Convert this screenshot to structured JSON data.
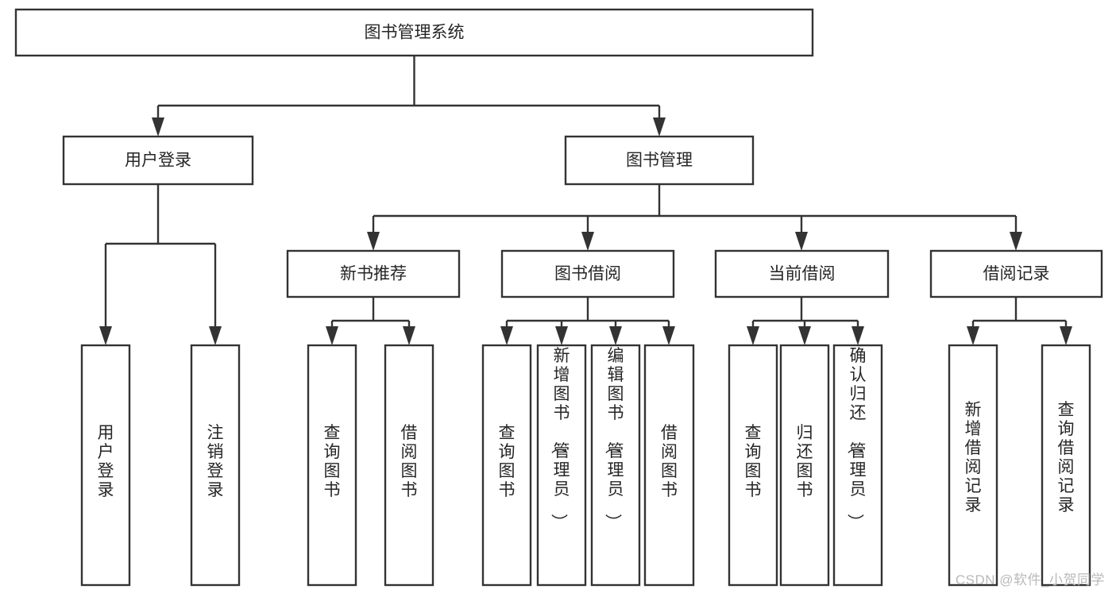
{
  "diagram": {
    "type": "tree-hierarchy-chart",
    "title": "图书管理系统",
    "watermark": "CSDN @软件_小贺同学",
    "colors": {
      "box_stroke": "#333333",
      "box_fill": "#ffffff",
      "text": "#262626",
      "background": "#ffffff",
      "watermark": "#b9b9b9"
    },
    "levels": [
      {
        "level": 1,
        "nodes": [
          {
            "id": "root",
            "label": "图书管理系统",
            "orientation": "horizontal"
          }
        ]
      },
      {
        "level": 2,
        "nodes": [
          {
            "id": "login",
            "label": "用户登录",
            "orientation": "horizontal",
            "parent": "root"
          },
          {
            "id": "bookmgmt",
            "label": "图书管理",
            "orientation": "horizontal",
            "parent": "root"
          }
        ]
      },
      {
        "level": 3,
        "nodes": [
          {
            "id": "newbook",
            "label": "新书推荐",
            "orientation": "horizontal",
            "parent": "bookmgmt"
          },
          {
            "id": "borrow",
            "label": "图书借阅",
            "orientation": "horizontal",
            "parent": "bookmgmt"
          },
          {
            "id": "current",
            "label": "当前借阅",
            "orientation": "horizontal",
            "parent": "bookmgmt"
          },
          {
            "id": "records",
            "label": "借阅记录",
            "orientation": "horizontal",
            "parent": "bookmgmt"
          }
        ]
      },
      {
        "level": 4,
        "nodes": [
          {
            "id": "leaf-user-login",
            "label": "用户登录",
            "orientation": "vertical",
            "parent": "login"
          },
          {
            "id": "leaf-logout",
            "label": "注销登录",
            "orientation": "vertical",
            "parent": "login"
          },
          {
            "id": "leaf-query-book-1",
            "label": "查询图书",
            "orientation": "vertical",
            "parent": "newbook"
          },
          {
            "id": "leaf-borrow-book-1",
            "label": "借阅图书",
            "orientation": "vertical",
            "parent": "newbook"
          },
          {
            "id": "leaf-query-book-2",
            "label": "查询图书",
            "orientation": "vertical",
            "parent": "borrow"
          },
          {
            "id": "leaf-add-book",
            "label": "新增图书（管理员）",
            "orientation": "vertical",
            "parent": "borrow"
          },
          {
            "id": "leaf-edit-book",
            "label": "编辑图书（管理员）",
            "orientation": "vertical",
            "parent": "borrow"
          },
          {
            "id": "leaf-borrow-book-2",
            "label": "借阅图书",
            "orientation": "vertical",
            "parent": "borrow"
          },
          {
            "id": "leaf-query-book-3",
            "label": "查询图书",
            "orientation": "vertical",
            "parent": "current"
          },
          {
            "id": "leaf-return-book",
            "label": "归还图书",
            "orientation": "vertical",
            "parent": "current"
          },
          {
            "id": "leaf-confirm-return",
            "label": "确认归还（管理员）",
            "orientation": "vertical",
            "parent": "current"
          },
          {
            "id": "leaf-add-record",
            "label": "新增借阅记录",
            "orientation": "vertical",
            "parent": "records"
          },
          {
            "id": "leaf-query-record",
            "label": "查询借阅记录",
            "orientation": "vertical",
            "parent": "records"
          }
        ]
      }
    ]
  }
}
